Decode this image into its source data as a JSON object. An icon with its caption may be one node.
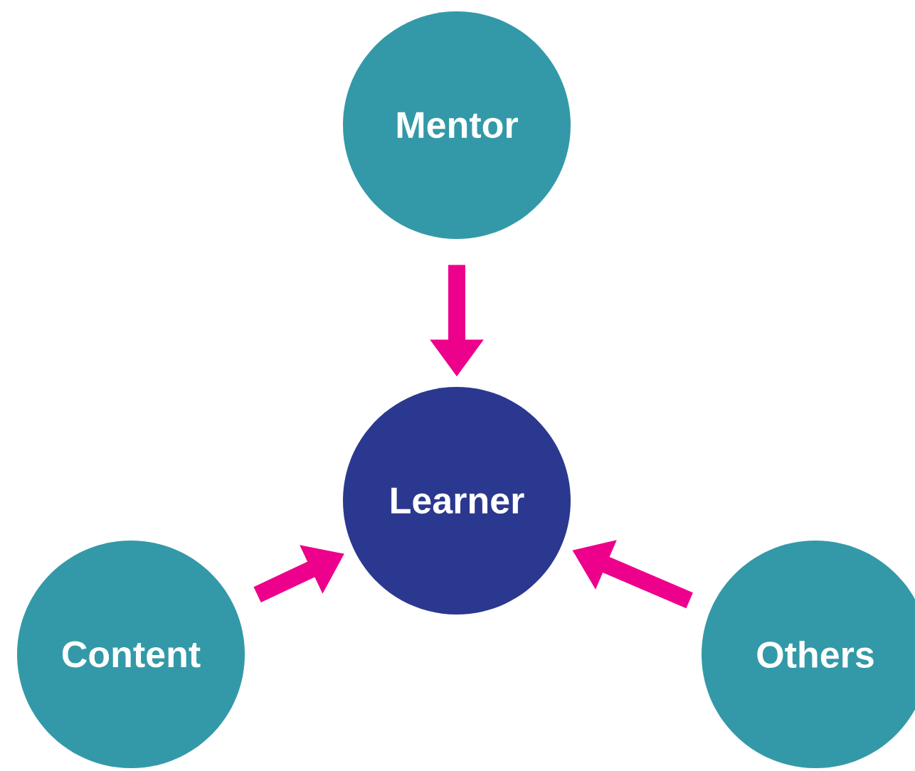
{
  "diagram": {
    "nodes": [
      {
        "text": [
          "Mentor"
        ]
      },
      {
        "text": [
          "Learner"
        ]
      },
      {
        "text": [
          "Content"
        ]
      },
      {
        "text": [
          "Others"
        ]
      }
    ],
    "edges": [
      {
        "from": 0,
        "to": 1,
        "arrow": "to"
      },
      {
        "from": 2,
        "to": 1,
        "arrow": "to"
      },
      {
        "from": 3,
        "to": 1,
        "arrow": "to"
      }
    ]
  }
}
